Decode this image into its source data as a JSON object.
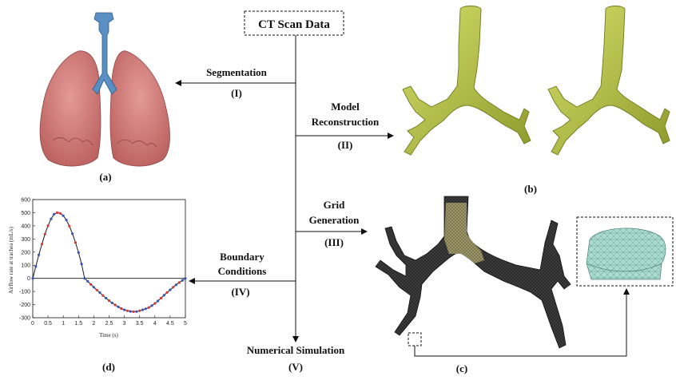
{
  "title": "CT Scan Data",
  "steps": {
    "segmentation": {
      "line1": "Segmentation",
      "line2": "",
      "num": "(I)"
    },
    "model": {
      "line1": "Model",
      "line2": "Reconstruction",
      "num": "(II)"
    },
    "grid": {
      "line1": "Grid",
      "line2": "Generation",
      "num": "(III)"
    },
    "boundary": {
      "line1": "Boundary",
      "line2": "Conditions",
      "num": "(IV)"
    },
    "simulation": {
      "line1": "Numerical Simulation",
      "num": "(V)"
    }
  },
  "panels": {
    "a": "(a)",
    "b": "(b)",
    "c": "(c)",
    "d": "(d)"
  },
  "colors": {
    "lung": "#d97a78",
    "trachea_lung": "#5a8fc4",
    "airway_model": "#b8c24a",
    "mesh_dark": "#2a2a2a",
    "mesh_light": "#b8b078",
    "mesh_zoom": "#a8dcd0",
    "curve": "#1a1a1a",
    "marker_blue": "#3a55b4",
    "marker_red": "#d43a3a"
  },
  "chart_data": {
    "type": "line",
    "xlabel": "Time (s)",
    "ylabel": "Airflow rate at trachea (mL/s)",
    "xlim": [
      0,
      5
    ],
    "ylim": [
      -300,
      600
    ],
    "xticks": [
      "0",
      "0.5",
      "1",
      "1.5",
      "2",
      "2.5",
      "3",
      "3.5",
      "4",
      "4.5",
      "5"
    ],
    "yticks": [
      "600",
      "500",
      "400",
      "300",
      "200",
      "100",
      "0",
      "-100",
      "-200",
      "-300"
    ],
    "x": [
      0,
      0.1,
      0.2,
      0.3,
      0.4,
      0.5,
      0.6,
      0.7,
      0.8,
      0.9,
      1.0,
      1.1,
      1.2,
      1.3,
      1.4,
      1.5,
      1.6,
      1.7,
      1.8,
      1.9,
      2.0,
      2.1,
      2.2,
      2.3,
      2.4,
      2.5,
      2.6,
      2.7,
      2.8,
      2.9,
      3.0,
      3.1,
      3.2,
      3.3,
      3.4,
      3.5,
      3.6,
      3.7,
      3.8,
      3.9,
      4.0,
      4.1,
      4.2,
      4.3,
      4.4,
      4.5,
      4.6,
      4.7,
      4.8,
      4.9,
      5.0
    ],
    "y": [
      0,
      91,
      179,
      262,
      337,
      401,
      453,
      489,
      500,
      495,
      477,
      445,
      398,
      340,
      272,
      196,
      109,
      0,
      -23,
      -46,
      -68,
      -89,
      -109,
      -131,
      -151,
      -170,
      -187,
      -203,
      -217,
      -230,
      -240,
      -247,
      -252,
      -254,
      -253,
      -247,
      -240,
      -232,
      -222,
      -208,
      -191,
      -172,
      -151,
      -129,
      -108,
      -88,
      -68,
      -49,
      -32,
      -16,
      0
    ],
    "marker_colors": [
      "blue",
      "blue",
      "blue",
      "red",
      "red",
      "red",
      "blue",
      "blue",
      "red",
      "red",
      "blue",
      "blue",
      "red",
      "blue",
      "red",
      "blue",
      "blue",
      "blue",
      "blue",
      "red",
      "blue",
      "red",
      "blue",
      "red",
      "blue",
      "red",
      "blue",
      "red",
      "blue",
      "red",
      "blue",
      "red",
      "blue",
      "red",
      "blue",
      "red",
      "blue",
      "blue",
      "red",
      "blue",
      "red",
      "blue",
      "red",
      "blue",
      "red",
      "blue",
      "red",
      "blue",
      "red",
      "blue",
      "blue"
    ],
    "grid": false
  }
}
